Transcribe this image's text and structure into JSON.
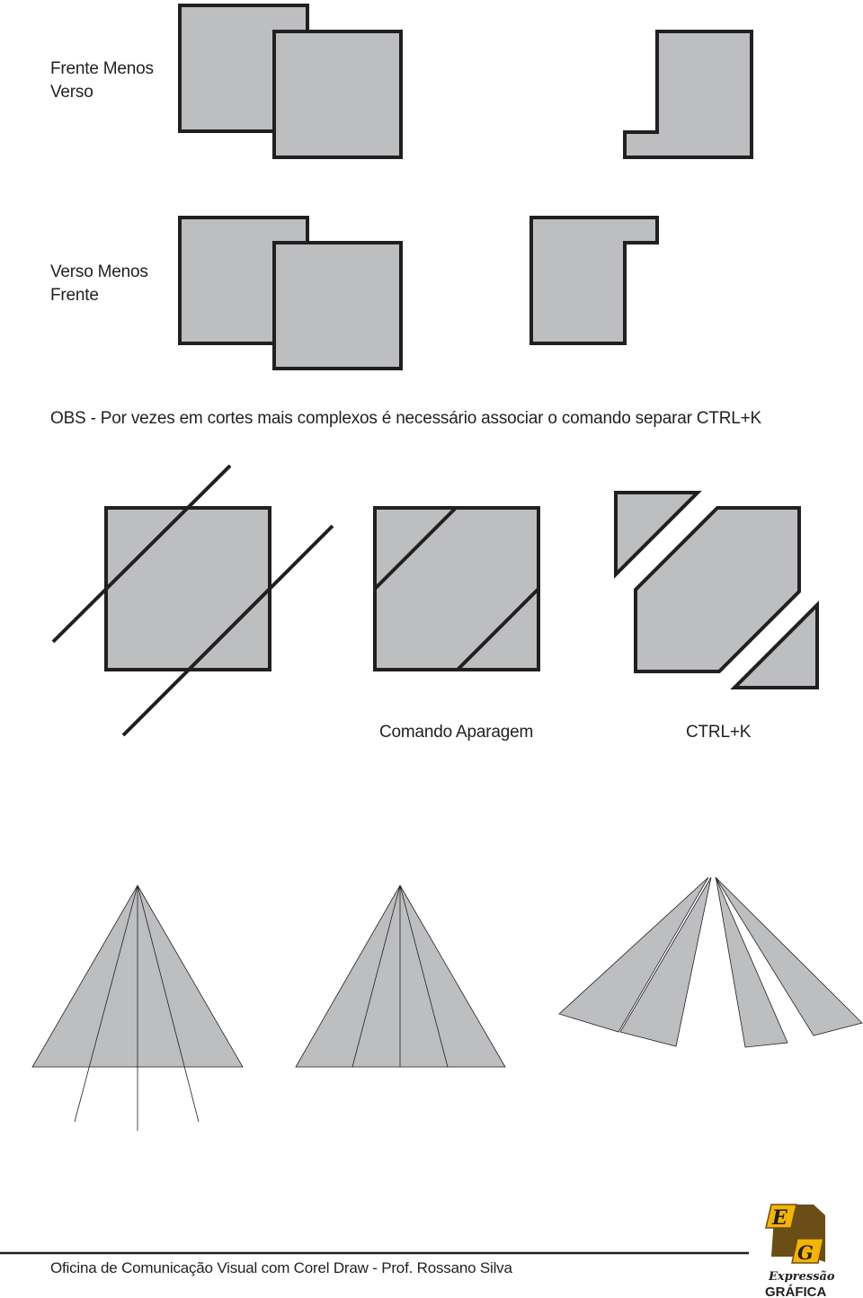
{
  "labels": {
    "frente_menos_verso": "Frente Menos\nVerso",
    "verso_menos_frente": "Verso Menos\nFrente",
    "obs_note": "OBS - Por vezes em cortes mais complexos é necessário associar o comando separar CTRL+K",
    "comando_aparagem": "Comando Aparagem",
    "ctrlk": "CTRL+K"
  },
  "footer": {
    "text": "Oficina de Comunicação Visual com Corel Draw -  Prof. Rossano Silva"
  },
  "logo": {
    "letter_e": "E",
    "letter_g": "G",
    "line1": "Expressão",
    "line2": "GRÁFICA"
  },
  "colors": {
    "shape_fill": "#bcbec0",
    "stroke": "#231f20",
    "logo_gold": "#f5b400",
    "logo_dark": "#6b4e16"
  }
}
